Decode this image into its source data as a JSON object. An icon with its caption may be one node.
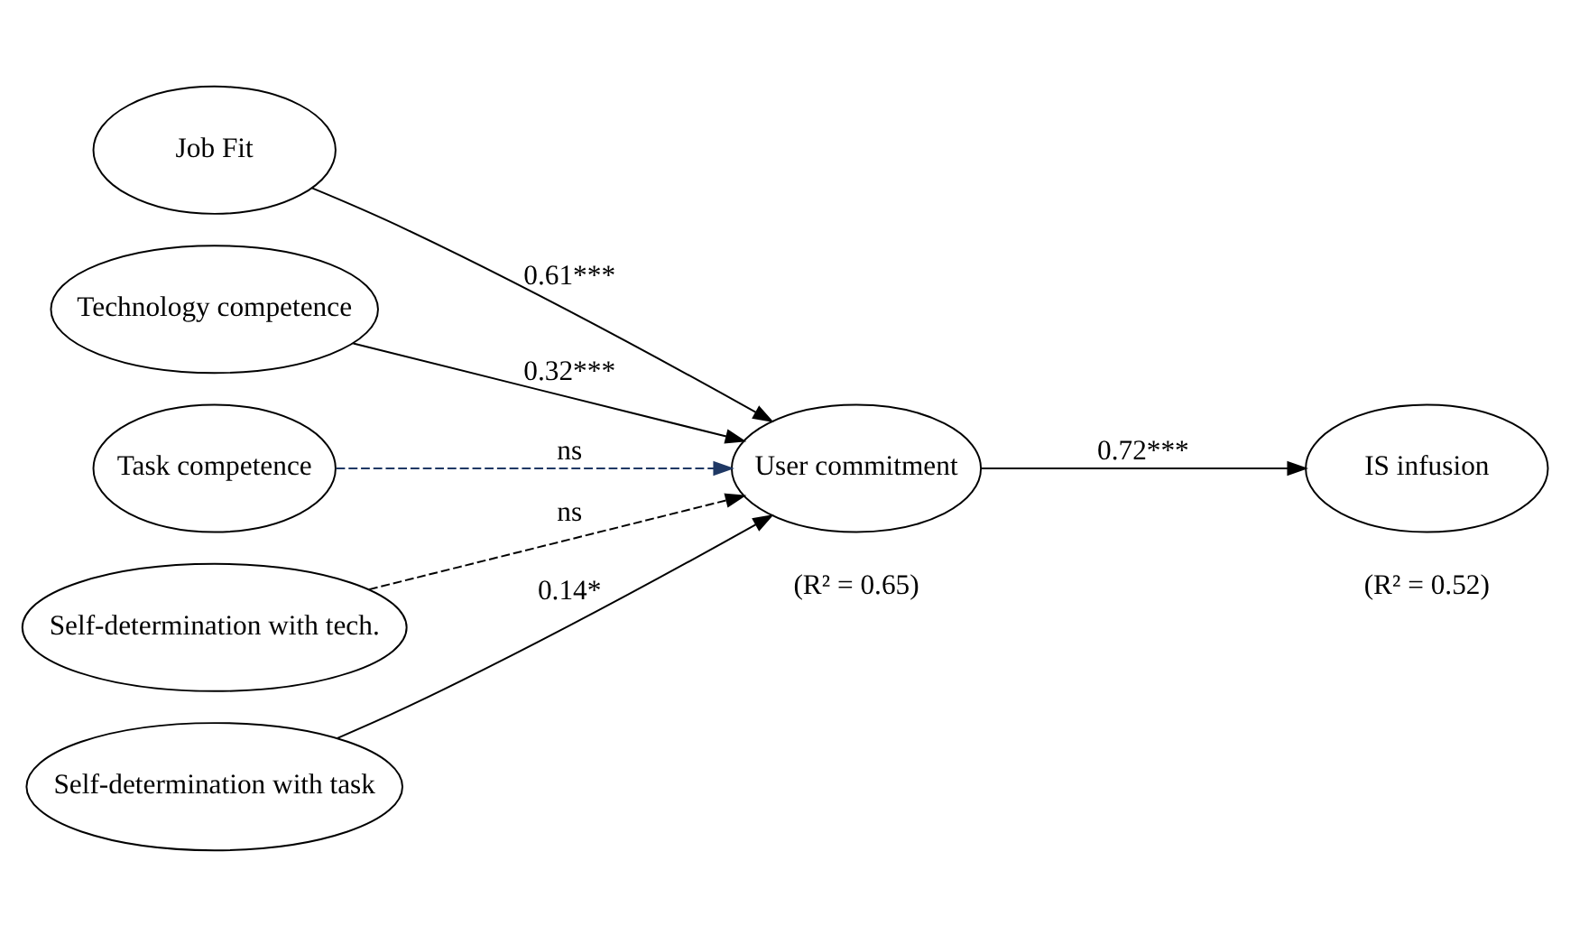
{
  "diagram": {
    "nodes": [
      {
        "text": [
          "Job Fit"
        ]
      },
      {
        "text": [
          "Technology competence"
        ]
      },
      {
        "text": [
          "Task competence"
        ]
      },
      {
        "text": [
          "Self-determination with tech."
        ]
      },
      {
        "text": [
          "Self-determination with task"
        ]
      },
      {
        "text": [
          "User commitment"
        ],
        "beside": [
          "(R² = 0.65)"
        ]
      },
      {
        "text": [
          "IS infusion"
        ],
        "beside": [
          "(R² = 0.52)"
        ]
      }
    ],
    "edges": [
      {
        "from": 0,
        "to": 5,
        "arrow": "to",
        "label": "0.61***"
      },
      {
        "from": 1,
        "to": 5,
        "arrow": "to",
        "label": "0.32***"
      },
      {
        "from": 2,
        "to": 5,
        "arrow": "to",
        "label": "ns",
        "style": "dashed",
        "color": "#1f3864"
      },
      {
        "from": 3,
        "to": 5,
        "arrow": "to",
        "label": "ns",
        "style": "dashed"
      },
      {
        "from": 4,
        "to": 5,
        "arrow": "to",
        "label": "0.14*"
      },
      {
        "from": 5,
        "to": 6,
        "arrow": "to",
        "label": "0.72***"
      }
    ]
  }
}
